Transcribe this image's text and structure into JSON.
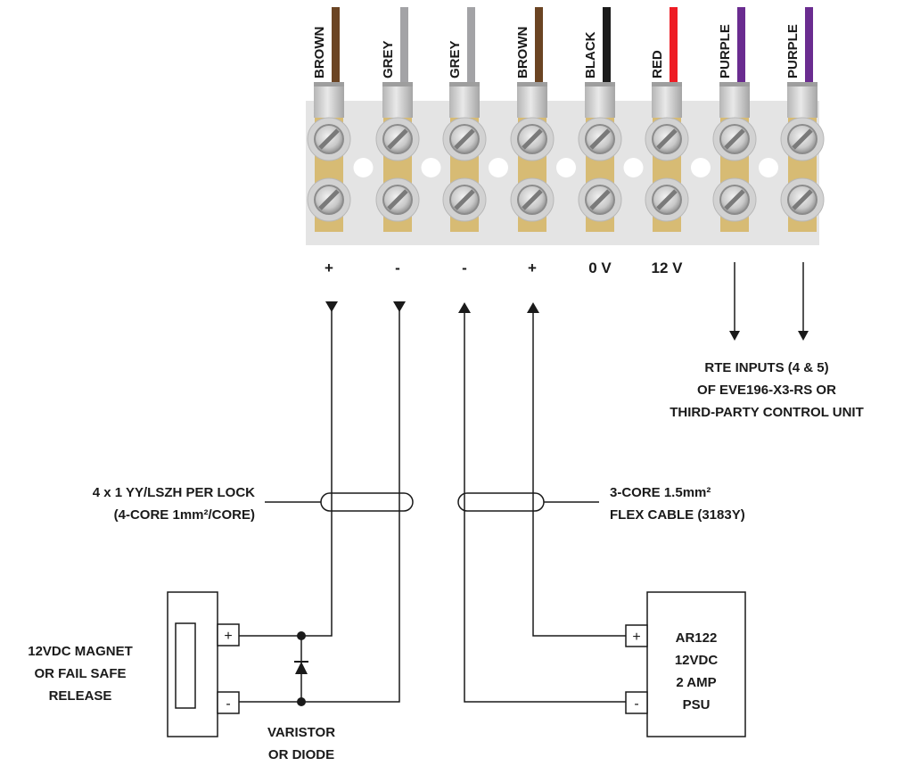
{
  "wires": [
    {
      "color_name": "BROWN",
      "hex": "#6b4423",
      "terminal": "+"
    },
    {
      "color_name": "GREY",
      "hex": "#a3a3a6",
      "terminal": "-"
    },
    {
      "color_name": "GREY",
      "hex": "#a3a3a6",
      "terminal": "-"
    },
    {
      "color_name": "BROWN",
      "hex": "#6b4423",
      "terminal": "+"
    },
    {
      "color_name": "BLACK",
      "hex": "#1b1b1b",
      "terminal": "0 V"
    },
    {
      "color_name": "RED",
      "hex": "#ee1c24",
      "terminal": "12 V"
    },
    {
      "color_name": "PURPLE",
      "hex": "#6a2c90",
      "terminal": ""
    },
    {
      "color_name": "PURPLE",
      "hex": "#6a2c90",
      "terminal": ""
    }
  ],
  "rte_note": [
    "RTE INPUTS (4 & 5)",
    "OF EVE196-X3-RS OR",
    "THIRD-PARTY CONTROL UNIT"
  ],
  "lock_cable": [
    "4 x 1 YY/LSZH PER LOCK",
    "(4-CORE 1mm²/CORE)"
  ],
  "psu_cable": [
    "3-CORE 1.5mm²",
    "FLEX CABLE (3183Y)"
  ],
  "lock": {
    "label": [
      "12VDC MAGNET",
      "OR FAIL SAFE",
      "RELEASE"
    ],
    "plus": "+",
    "minus": "-"
  },
  "suppressor": [
    "VARISTOR",
    "OR DIODE"
  ],
  "psu": {
    "label": [
      "AR122",
      "12VDC",
      "2 AMP",
      "PSU"
    ],
    "plus": "+",
    "minus": "-"
  }
}
